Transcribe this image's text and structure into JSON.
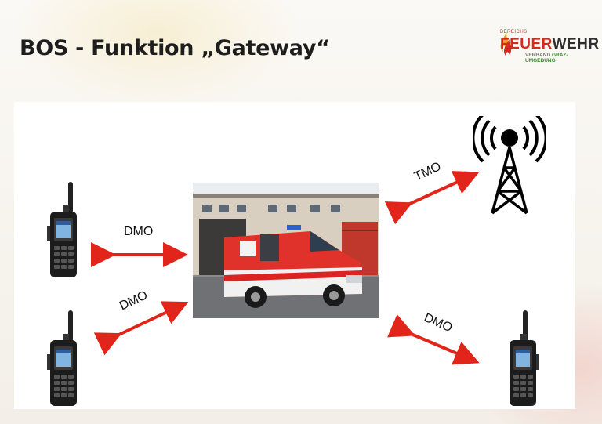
{
  "slide": {
    "title": "BOS - Funktion „Gateway“"
  },
  "logo": {
    "small": "BEREICHS",
    "fire": "FEUER",
    "wehr": "WEHR",
    "sub_a": "VERBAND",
    "sub_b": "GRAZ-UMGEBUNG"
  },
  "diagram": {
    "labels": {
      "dmo_left_top": "DMO",
      "dmo_left_bottom": "DMO",
      "tmo": "TMO",
      "dmo_right": "DMO"
    },
    "nodes": [
      "radio-top-left",
      "radio-bottom-left",
      "fire-truck",
      "radio-tower",
      "radio-bottom-right"
    ]
  },
  "colors": {
    "arrow": "#e1251b",
    "fire_red": "#d72a1e",
    "text": "#1d1d1d"
  }
}
